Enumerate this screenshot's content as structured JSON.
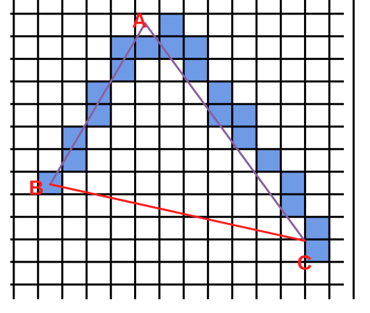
{
  "colors": {
    "grid": "#000000",
    "cell_fill": "#6f9ae6",
    "edge_red": "#ff1a1a",
    "edge_purple": "#8a5fa0",
    "label": "#ff1a1a"
  },
  "grid": {
    "columns": 14,
    "rows": 12
  },
  "vertices": {
    "A": {
      "label": "A",
      "col": 5.5,
      "row": 0.5
    },
    "B": {
      "label": "B",
      "col": 1.5,
      "row": 7.5
    },
    "C": {
      "label": "C",
      "col": 12.5,
      "row": 9.5
    }
  },
  "edges": [
    {
      "from": "A",
      "to": "B",
      "color": "purple"
    },
    {
      "from": "A",
      "to": "C",
      "color": "purple"
    },
    {
      "from": "B",
      "to": "C",
      "color": "red"
    }
  ],
  "shaded_cells": [
    [
      6,
      0
    ],
    [
      4,
      1
    ],
    [
      5,
      1
    ],
    [
      6,
      1
    ],
    [
      7,
      1
    ],
    [
      4,
      2
    ],
    [
      7,
      2
    ],
    [
      3,
      3
    ],
    [
      8,
      3
    ],
    [
      3,
      4
    ],
    [
      8,
      4
    ],
    [
      9,
      4
    ],
    [
      2,
      5
    ],
    [
      9,
      5
    ],
    [
      2,
      6
    ],
    [
      10,
      6
    ],
    [
      1,
      7
    ],
    [
      11,
      7
    ],
    [
      11,
      8
    ],
    [
      12,
      9
    ],
    [
      12,
      10
    ]
  ]
}
